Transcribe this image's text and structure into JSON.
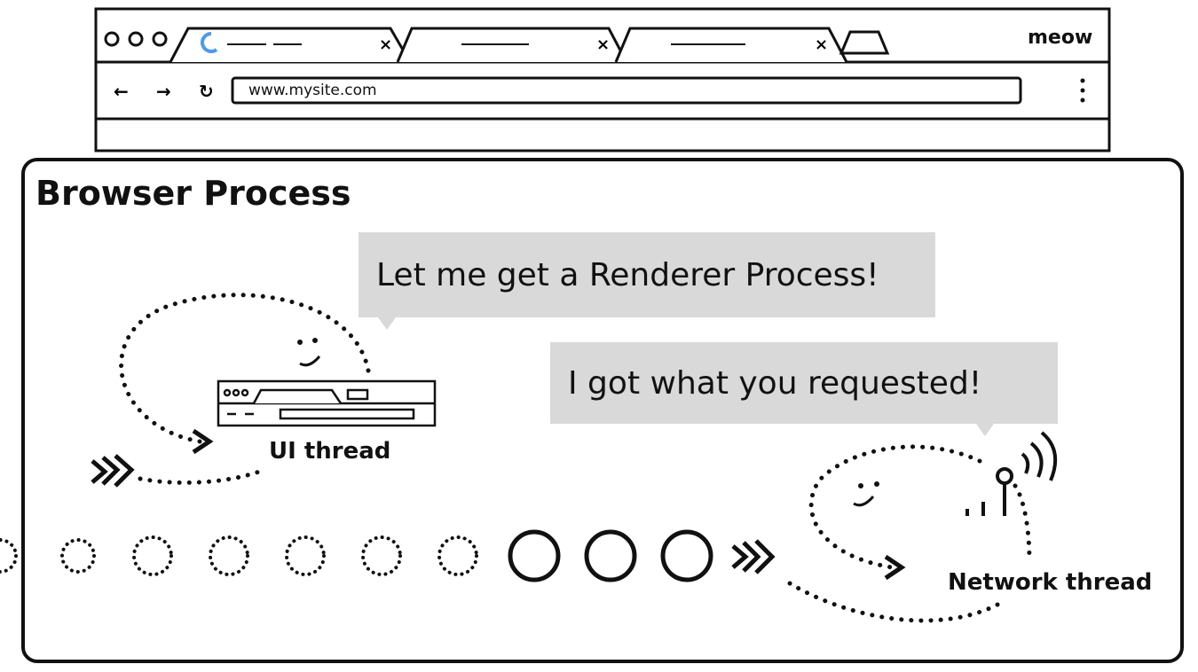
{
  "browser_window": {
    "url": "www.mysite.com",
    "profile_name": "meow",
    "tabs": [
      {
        "label_placeholder": "loading-tab"
      },
      {
        "label_placeholder": "tab-2"
      },
      {
        "label_placeholder": "tab-3"
      }
    ],
    "icons": [
      "back-arrow-icon",
      "forward-arrow-icon",
      "reload-icon",
      "menu-dots-icon",
      "new-tab-icon",
      "tab-close-icon",
      "loading-spinner-icon"
    ],
    "colors": {
      "spinner": "#4a9be8"
    }
  },
  "diagram": {
    "title": "Browser Process",
    "bubbles": [
      {
        "text": "Let me get a Renderer Process!"
      },
      {
        "text": "I got what you requested!"
      }
    ],
    "threads": [
      {
        "label": "UI thread"
      },
      {
        "label": "Network thread"
      }
    ],
    "queue": {
      "pending_dotted": 7,
      "solid": 3
    },
    "colors": {
      "bubble": "#d9d9d9",
      "ink": "#111111"
    }
  }
}
